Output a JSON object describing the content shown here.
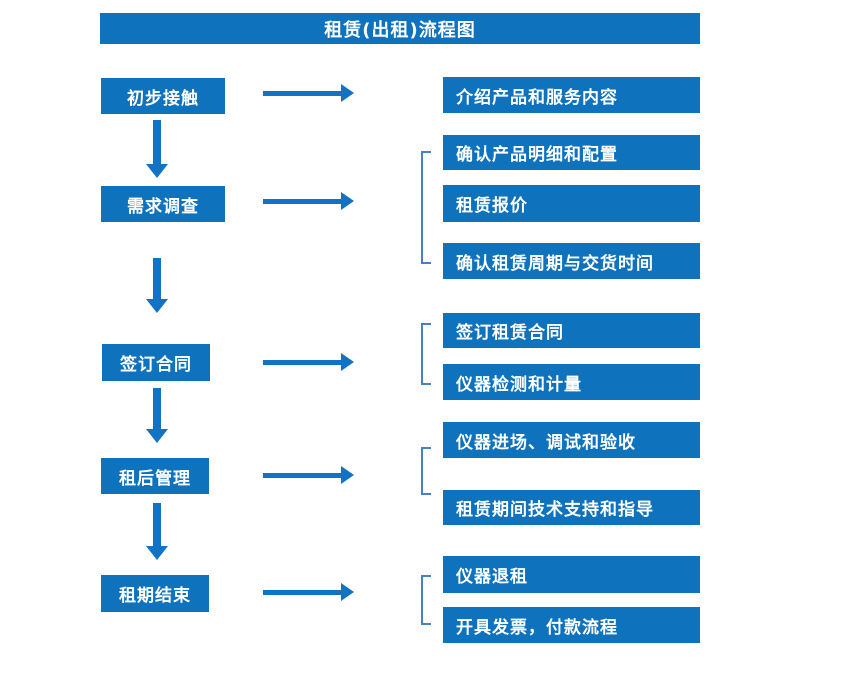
{
  "title": "租赁(出租)流程图",
  "colors": {
    "box_blue": "#0e72bd",
    "arrow_blue": "#1273c5",
    "bracket_blue": "#4a7fc1",
    "text_white": "#ffffff",
    "background": "#ffffff"
  },
  "steps": [
    {
      "label": "初步接触",
      "details": [
        "介绍产品和服务内容"
      ]
    },
    {
      "label": "需求调查",
      "details": [
        "确认产品明细和配置",
        "租赁报价",
        "确认租赁周期与交货时间"
      ]
    },
    {
      "label": "签订合同",
      "details": [
        "签订租赁合同",
        "仪器检测和计量"
      ]
    },
    {
      "label": "租后管理",
      "details": [
        "仪器进场、调试和验收",
        "租赁期间技术支持和指导"
      ]
    },
    {
      "label": "租期结束",
      "details": [
        "仪器退租",
        "开具发票，付款流程"
      ]
    }
  ]
}
